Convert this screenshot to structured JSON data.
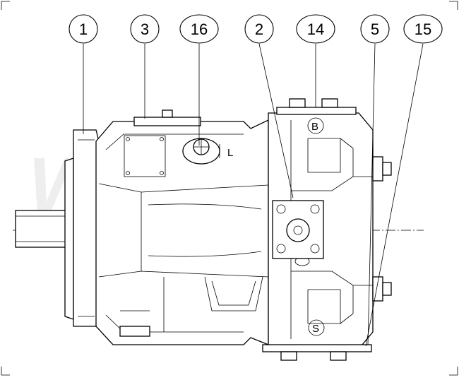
{
  "diagram": {
    "callouts": [
      {
        "id": "c1",
        "label": "1"
      },
      {
        "id": "c3",
        "label": "3"
      },
      {
        "id": "c16",
        "label": "16"
      },
      {
        "id": "c2",
        "label": "2"
      },
      {
        "id": "c14",
        "label": "14"
      },
      {
        "id": "c5",
        "label": "5"
      },
      {
        "id": "c15",
        "label": "15"
      }
    ],
    "port_labels": {
      "drain": "L",
      "pressure": "B",
      "suction": "S"
    },
    "watermark": "Wiltan"
  }
}
